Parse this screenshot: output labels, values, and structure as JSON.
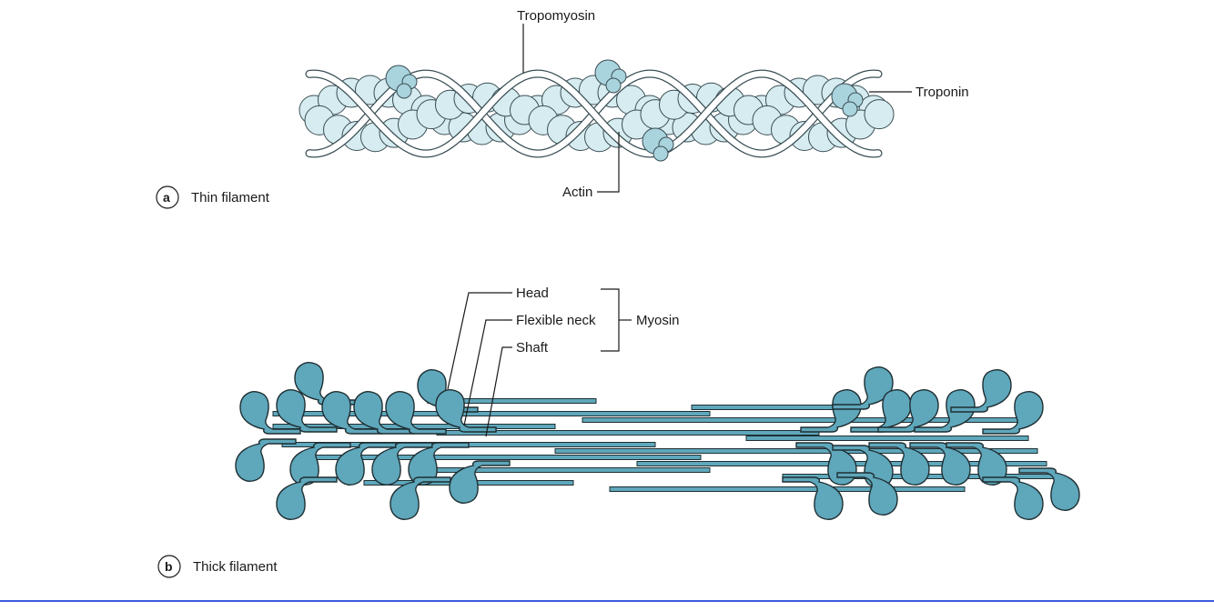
{
  "colors": {
    "actin_fill": "#d6ecf0",
    "actin_stroke": "#3b4f55",
    "troponin_fill": "#a9d3dd",
    "myosin_fill": "#5fa7bb",
    "myosin_stroke": "#1f2f33",
    "tropomyosin_fill": "#ffffff",
    "line": "#1a1a1a",
    "bottom_rule": "#3b5bdb"
  },
  "panel_a": {
    "letter": "a",
    "caption": "Thin filament",
    "labels": {
      "tropomyosin": "Tropomyosin",
      "troponin": "Troponin",
      "actin": "Actin"
    }
  },
  "panel_b": {
    "letter": "b",
    "caption": "Thick filament",
    "labels": {
      "head": "Head",
      "flexible_neck": "Flexible neck",
      "shaft": "Shaft",
      "myosin": "Myosin"
    }
  }
}
